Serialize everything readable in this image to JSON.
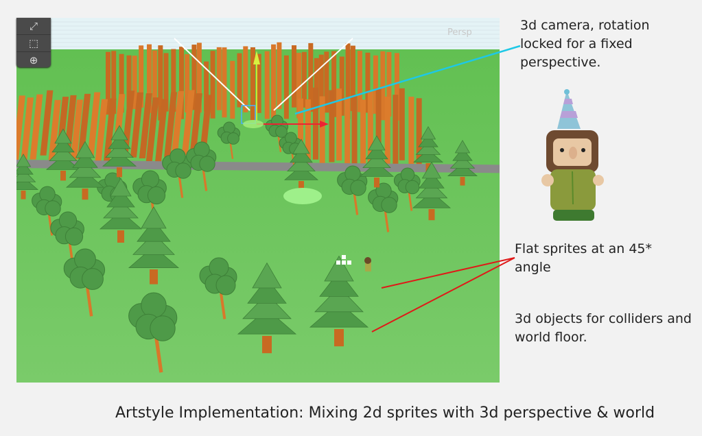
{
  "scene": {
    "view_label": "Persp",
    "tools": [
      {
        "icon": "scale-icon"
      },
      {
        "icon": "rect-transform-icon"
      },
      {
        "icon": "transform-gizmo-icon"
      }
    ]
  },
  "annotations": {
    "camera": "3d camera, rotation locked for a fixed perspective.",
    "sprites": "Flat sprites at an 45* angle",
    "objects": "3d objects for colliders and world floor."
  },
  "caption": "Artstyle Implementation: Mixing 2d sprites with 3d perspective & world",
  "colors": {
    "sky": "#e4f3f6",
    "ground": "#6cc45c",
    "trunk": "#d8782a",
    "tree": "#4e9a48",
    "road": "#8a8a8a",
    "camera_line": "#1ec8e6",
    "sprite_line": "#e01818"
  }
}
